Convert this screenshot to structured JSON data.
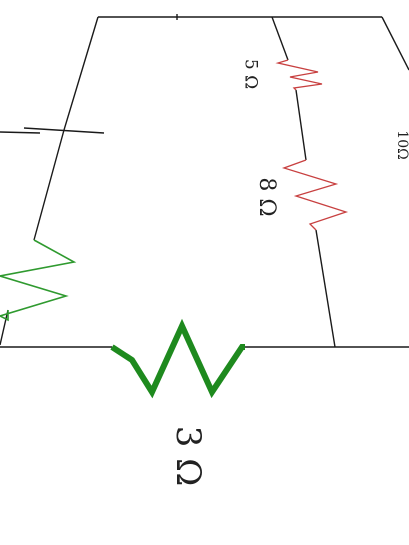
{
  "diagram": {
    "type": "circuit-schematic",
    "colors": {
      "wire": "#1a1a1a",
      "resistor_main": "#1e8a1e",
      "resistor_left": "#2f9a2f",
      "resistor_right": "#c84040"
    },
    "resistors": [
      {
        "id": "r-3ohm",
        "label": "3 Ω",
        "color": "#1e8a1e"
      },
      {
        "id": "r-8ohm",
        "label": "8 Ω",
        "color": "#c84040"
      },
      {
        "id": "r-5ohm",
        "label": "5 Ω",
        "color": "#c84040"
      },
      {
        "id": "r-left",
        "label": "",
        "color": "#2f9a2f"
      }
    ],
    "cut_label": "10Ω"
  }
}
